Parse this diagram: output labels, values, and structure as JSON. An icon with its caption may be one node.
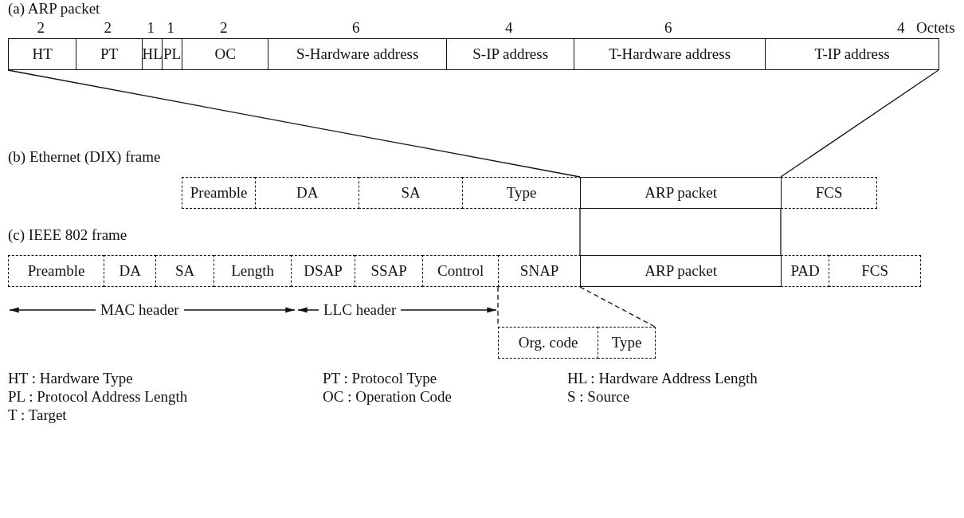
{
  "diagram": {
    "nodes": [
      {
        "text": [
          "HT"
        ],
        "beside": [
          "2"
        ]
      },
      {
        "text": [
          "PT"
        ],
        "beside": [
          "2"
        ]
      },
      {
        "text": [
          "HL"
        ],
        "beside": [
          "1"
        ]
      },
      {
        "text": [
          "PL"
        ],
        "beside": [
          "1"
        ]
      },
      {
        "text": [
          "OC"
        ],
        "beside": [
          "2"
        ]
      },
      {
        "text": [
          "S-Hardware address"
        ],
        "beside": [
          "6"
        ]
      },
      {
        "text": [
          "S-IP address"
        ],
        "beside": [
          "4"
        ]
      },
      {
        "text": [
          "T-Hardware address"
        ],
        "beside": [
          "6"
        ]
      },
      {
        "text": [
          "T-IP address"
        ],
        "beside": [
          "4"
        ]
      },
      {
        "text": [
          "Preamble"
        ]
      },
      {
        "text": [
          "DA"
        ]
      },
      {
        "text": [
          "SA"
        ]
      },
      {
        "text": [
          "Type"
        ]
      },
      {
        "text": [
          "ARP packet"
        ]
      },
      {
        "text": [
          "FCS"
        ]
      },
      {
        "text": [
          "Preamble"
        ]
      },
      {
        "text": [
          "DA"
        ]
      },
      {
        "text": [
          "SA"
        ]
      },
      {
        "text": [
          "Length"
        ]
      },
      {
        "text": [
          "DSAP"
        ]
      },
      {
        "text": [
          "SSAP"
        ]
      },
      {
        "text": [
          "Control"
        ]
      },
      {
        "text": [
          "SNAP"
        ]
      },
      {
        "text": [
          "ARP packet"
        ]
      },
      {
        "text": [
          "PAD"
        ]
      },
      {
        "text": [
          "FCS"
        ]
      },
      {
        "text": [
          "Org. code"
        ]
      },
      {
        "text": [
          "Type"
        ]
      }
    ],
    "edges": [
      {
        "from": 0,
        "to": 13,
        "arrow": "none"
      },
      {
        "from": 8,
        "to": 13,
        "arrow": "none"
      },
      {
        "from": 13,
        "to": 23,
        "arrow": "none"
      },
      {
        "from": 13,
        "to": 23,
        "arrow": "none"
      },
      {
        "from": 22,
        "to": 26,
        "arrow": "none",
        "style": "dashed"
      },
      {
        "from": 22,
        "to": 27,
        "arrow": "none",
        "style": "dashed"
      }
    ],
    "labels": [
      "(a) ARP packet",
      "Octets",
      "(b) Ethernet (DIX) frame",
      "(c) IEEE 802 frame",
      "MAC header",
      "LLC header",
      "HT : Hardware Type",
      "PT : Protocol Type",
      "HL : Hardware Address Length",
      "PL : Protocol Address Length",
      "OC : Operation Code",
      "S : Source",
      "T : Target"
    ]
  }
}
